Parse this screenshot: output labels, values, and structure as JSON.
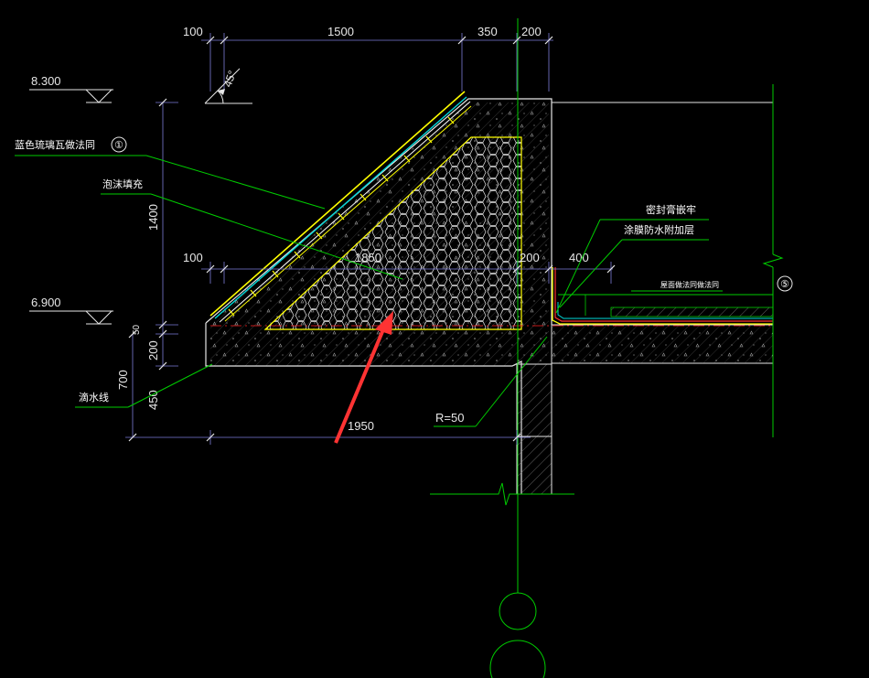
{
  "dimensions": {
    "top": [
      "100",
      "1500",
      "350",
      "200"
    ],
    "mid": [
      "100",
      "1850",
      "200",
      "400"
    ],
    "bottom": "1950",
    "left_vertical": [
      "1400",
      "50",
      "200",
      "700",
      "450"
    ],
    "angle": "45°"
  },
  "elevations": [
    "8.300",
    "6.900"
  ],
  "labels": {
    "tile": "蓝色琉璃瓦做法同",
    "foam": "泡沫填充",
    "drip": "滴水线",
    "sealant": "密封膏嵌牢",
    "waterproof": "涂膜防水附加层",
    "roof": "屋面做法同做法同",
    "radius": "R=50"
  },
  "callouts": [
    "①",
    "⑤"
  ],
  "colors": {
    "background": "#000000",
    "line_white": "#e6e6e6",
    "line_green": "#00cc00",
    "line_yellow": "#ffff00",
    "line_cyan": "#00d8d8",
    "line_red": "#ff2020",
    "dim_purple": "#7c7cd8",
    "arrow": "#ff3333"
  }
}
